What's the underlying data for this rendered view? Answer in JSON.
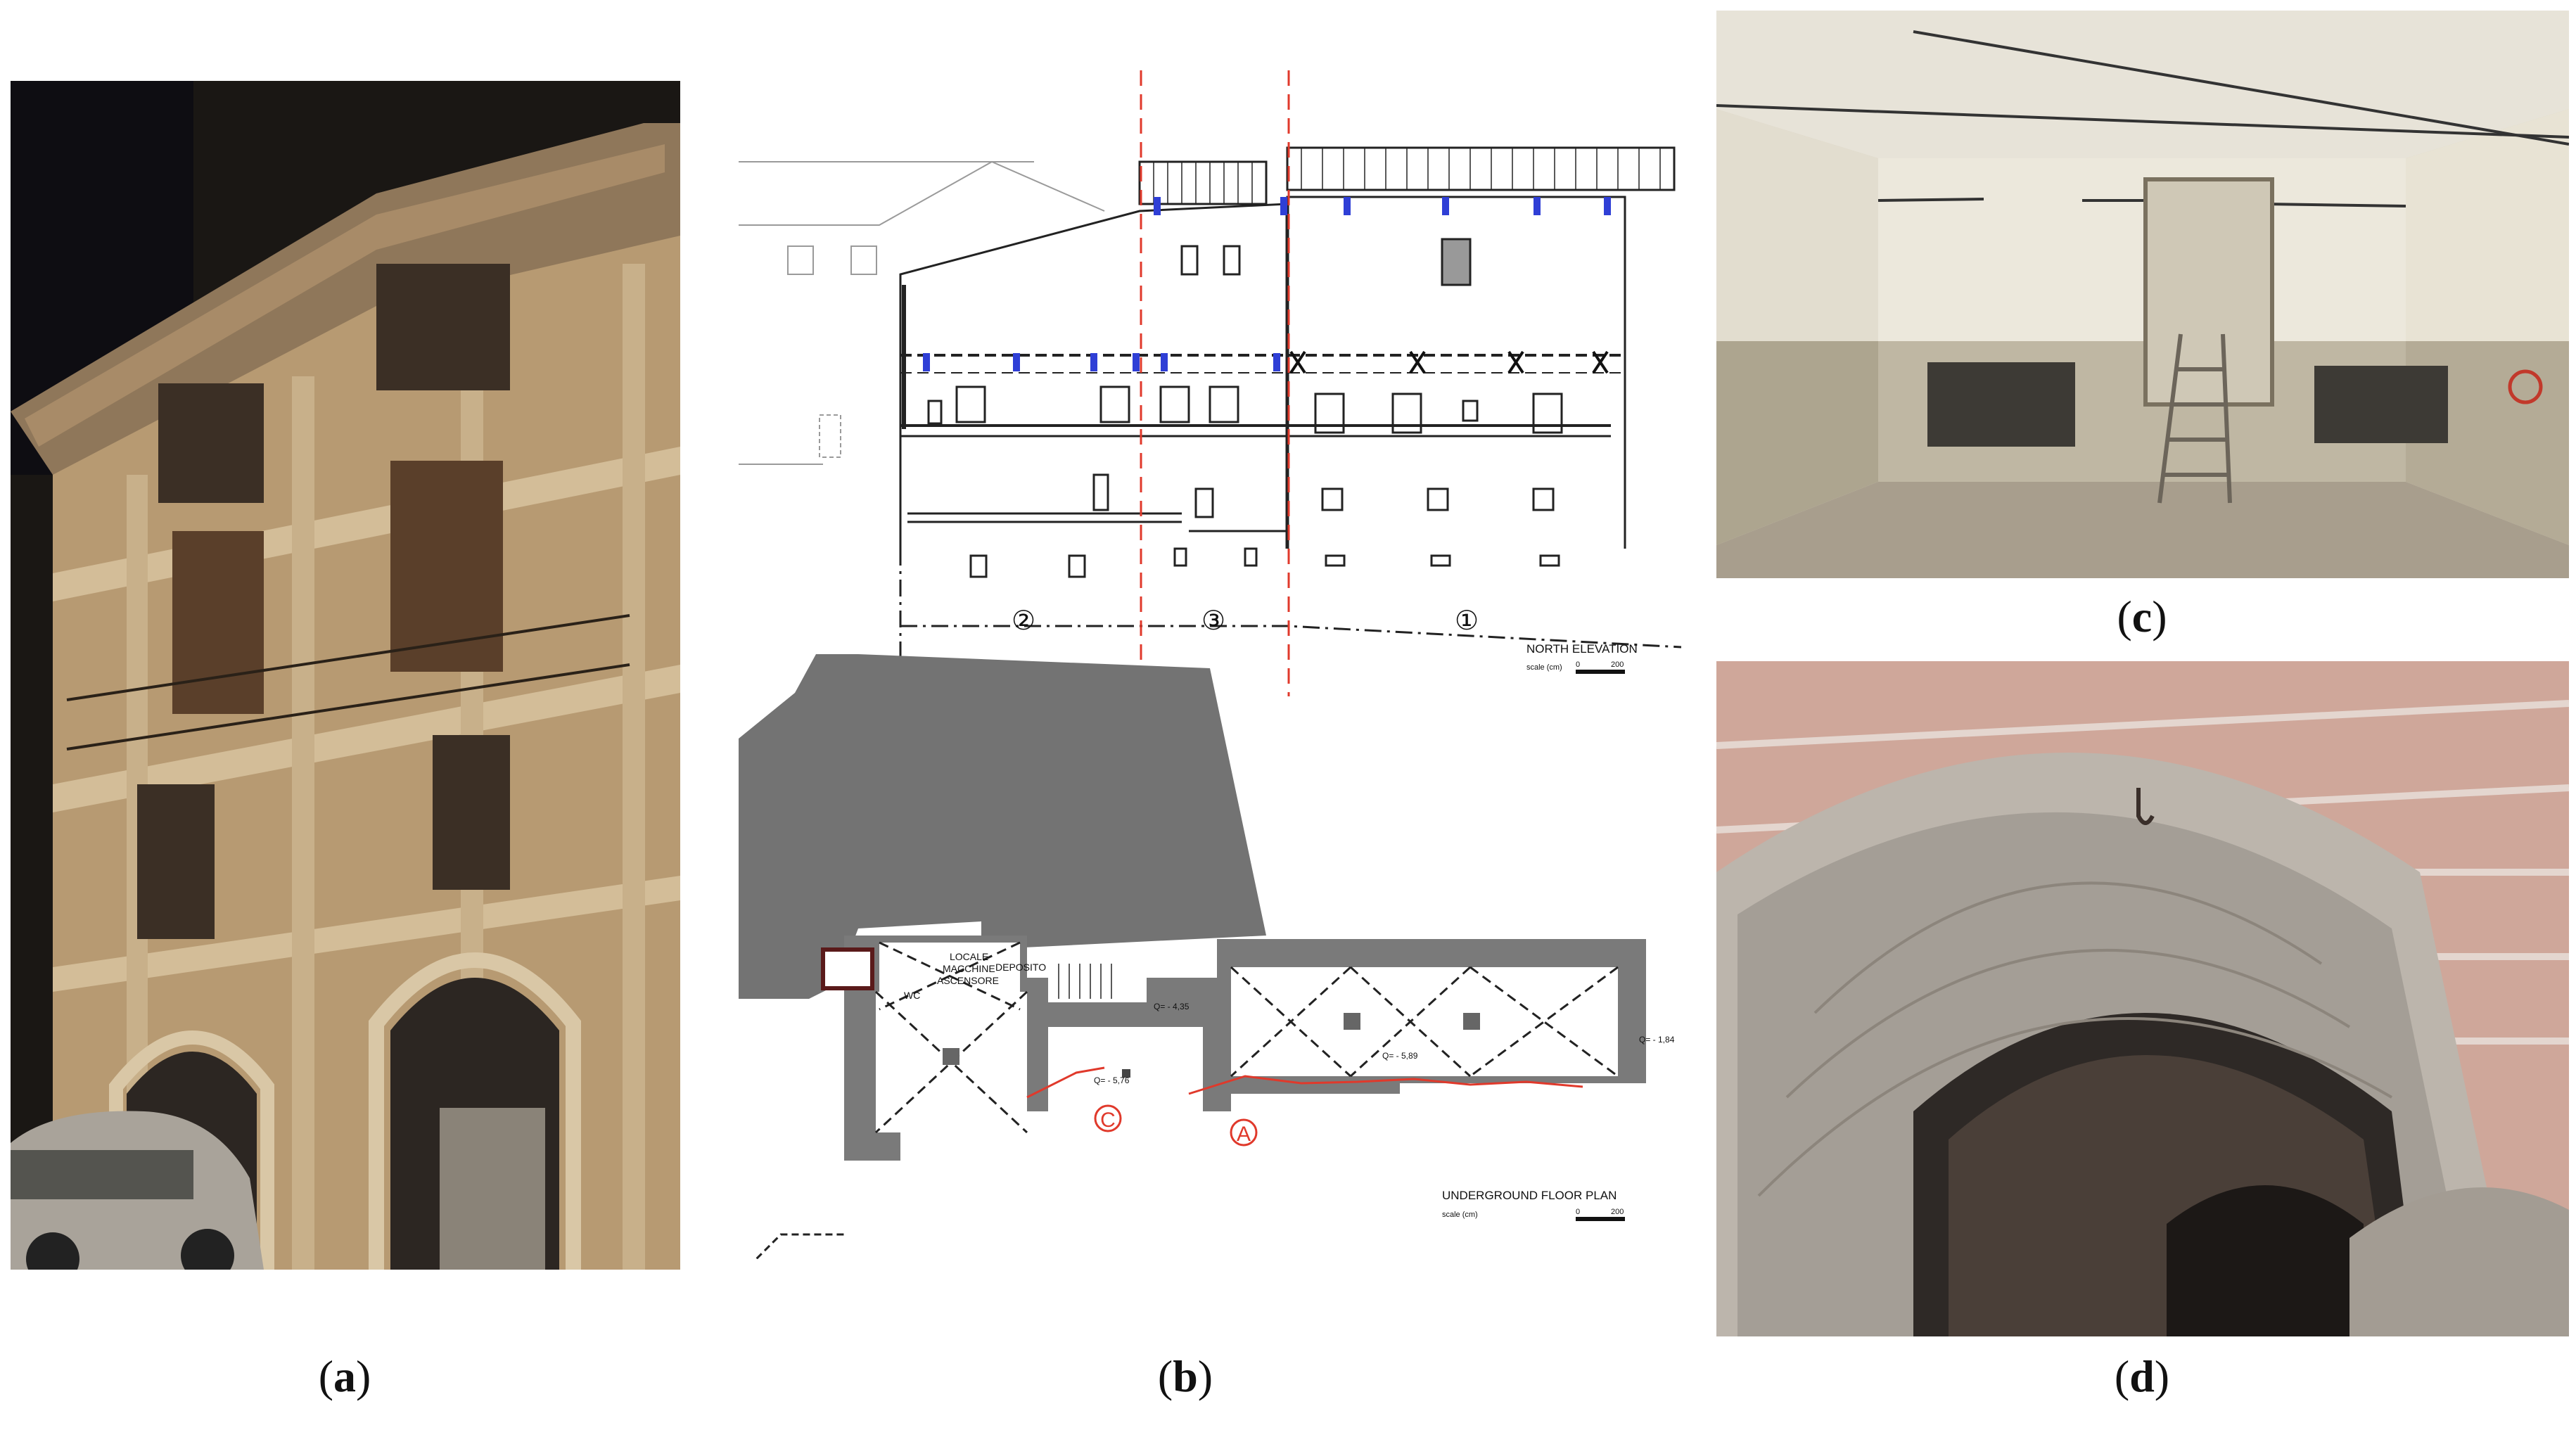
{
  "captions": {
    "a": "a",
    "b": "b",
    "c": "c",
    "d": "d"
  },
  "elevation": {
    "title": "NORTH ELEVATION",
    "scale_label": "scale (cm)",
    "scale_min": "0",
    "scale_max": "200",
    "zones": [
      "②",
      "③",
      "①"
    ]
  },
  "plan": {
    "title": "UNDERGROUND FLOOR PLAN",
    "scale_label": "scale (cm)",
    "scale_min": "0",
    "scale_max": "200",
    "room_labels": [
      "LOCALE",
      "MACCHINE",
      "ASCENSORE",
      "DEPOSITO",
      "WC"
    ],
    "levels": [
      "Q= - 4,35",
      "Q= - 5,76",
      "Q= - 5,89",
      "Q= - 1,84"
    ],
    "markers": [
      "C",
      "A"
    ]
  },
  "colors": {
    "accent_red": "#e0392b",
    "blue_anchor": "#2f3fd6",
    "wall_gray": "#737373"
  }
}
